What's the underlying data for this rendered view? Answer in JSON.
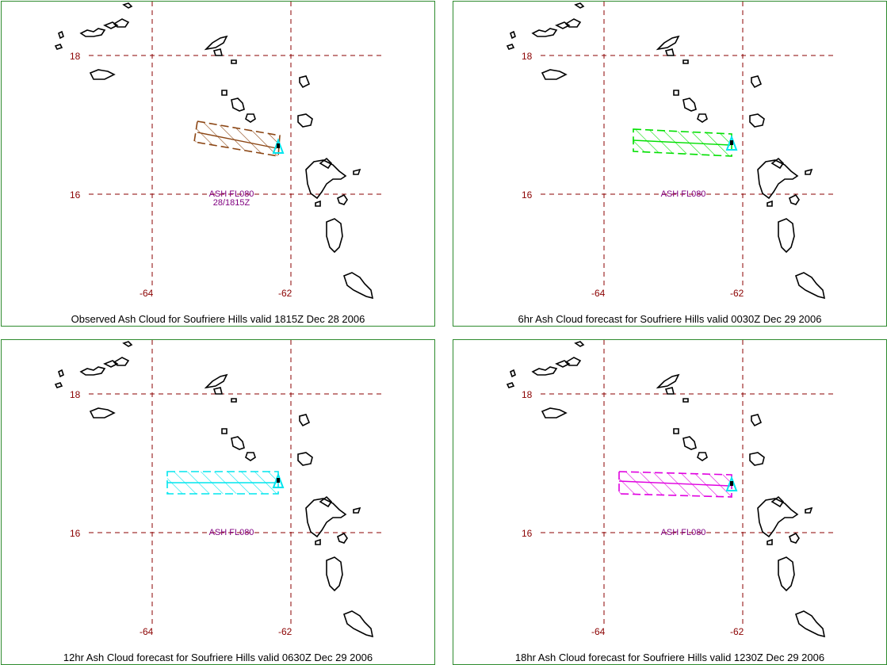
{
  "panels": [
    {
      "caption": "Observed Ash Cloud for Soufriere  Hills valid 1815Z Dec 28 2006",
      "color": "#8b4513",
      "label_lines": [
        "ASH FL080",
        "28/1815Z"
      ],
      "axis_line_slope": "tilted"
    },
    {
      "caption": "6hr Ash Cloud forecast for Soufriere  Hills valid 0030Z Dec 29 2006",
      "color": "#00e000",
      "label_lines": [
        "ASH FL080"
      ],
      "axis_line_slope": "flat"
    },
    {
      "caption": "12hr Ash Cloud forecast for Soufriere  Hills valid 0630Z Dec 29 2006",
      "color": "#00e5ee",
      "label_lines": [
        "ASH FL080"
      ],
      "axis_line_slope": "flat"
    },
    {
      "caption": "18hr Ash Cloud forecast for Soufriere  Hills valid 1230Z Dec 29 2006",
      "color": "#e000e0",
      "label_lines": [
        "ASH FL080"
      ],
      "axis_line_slope": "flat"
    }
  ],
  "grid": {
    "lat_labels": [
      "18",
      "16"
    ],
    "lon_labels": [
      "-64",
      "-62"
    ],
    "grid_color": "#8b0000"
  },
  "colors": {
    "coastline": "#000000",
    "volcano_marker": "#00e5ee",
    "label": "#800080"
  }
}
